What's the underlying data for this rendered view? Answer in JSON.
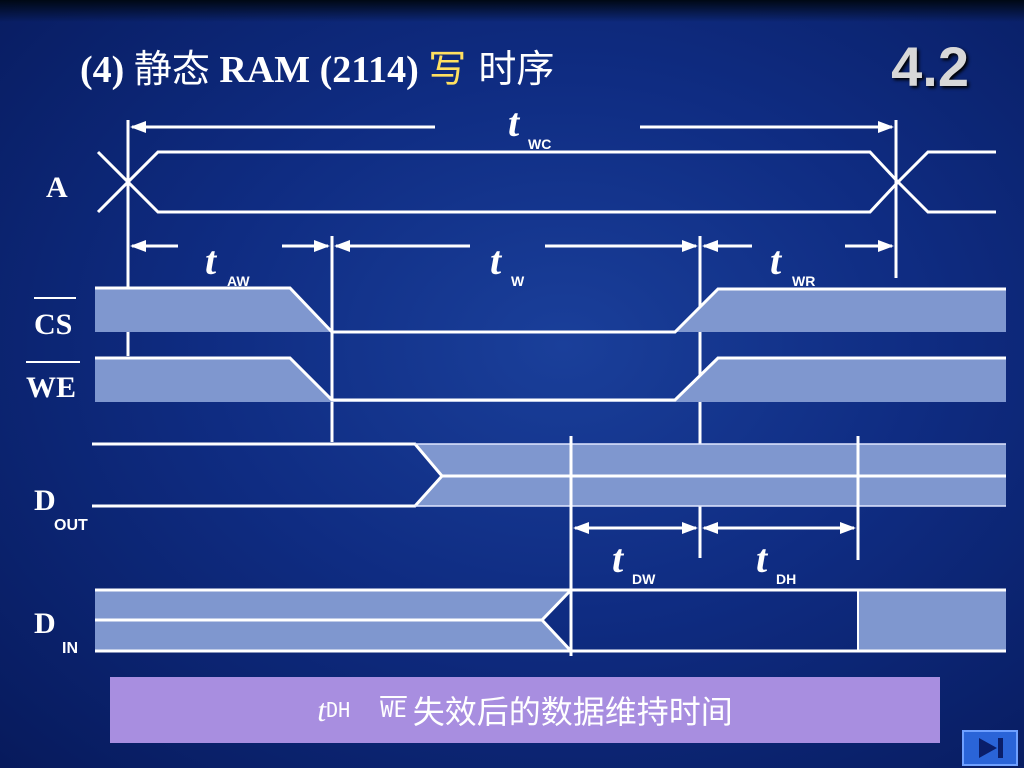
{
  "title": {
    "prefix": "(4) ",
    "part1": "静态",
    "part2": " RAM (2114) ",
    "highlight": "写",
    "part3": " 时序"
  },
  "slide_number": "4.2",
  "signals": {
    "a": "A",
    "cs": "CS",
    "we": "WE",
    "dout_main": "D",
    "dout_sub": "OUT",
    "din_main": "D",
    "din_sub": "IN"
  },
  "params": {
    "twc": {
      "t": "t",
      "sub": "WC"
    },
    "taw": {
      "t": "t",
      "sub": "AW"
    },
    "tw": {
      "t": "t",
      "sub": "W"
    },
    "twr": {
      "t": "t",
      "sub": "WR"
    },
    "tdw": {
      "t": "t",
      "sub": "DW"
    },
    "tdh": {
      "t": "t",
      "sub": "DH"
    }
  },
  "caption": {
    "t": "t",
    "sub": "DH",
    "we": "WE",
    "text": "失效后的数据维持时间"
  },
  "colors": {
    "fill": "#7f97cf",
    "line": "#ffffff",
    "highlight": "#ffe060",
    "caption_bg": "#a88ee0"
  },
  "nav": {
    "end_icon": "last-slide-icon"
  }
}
